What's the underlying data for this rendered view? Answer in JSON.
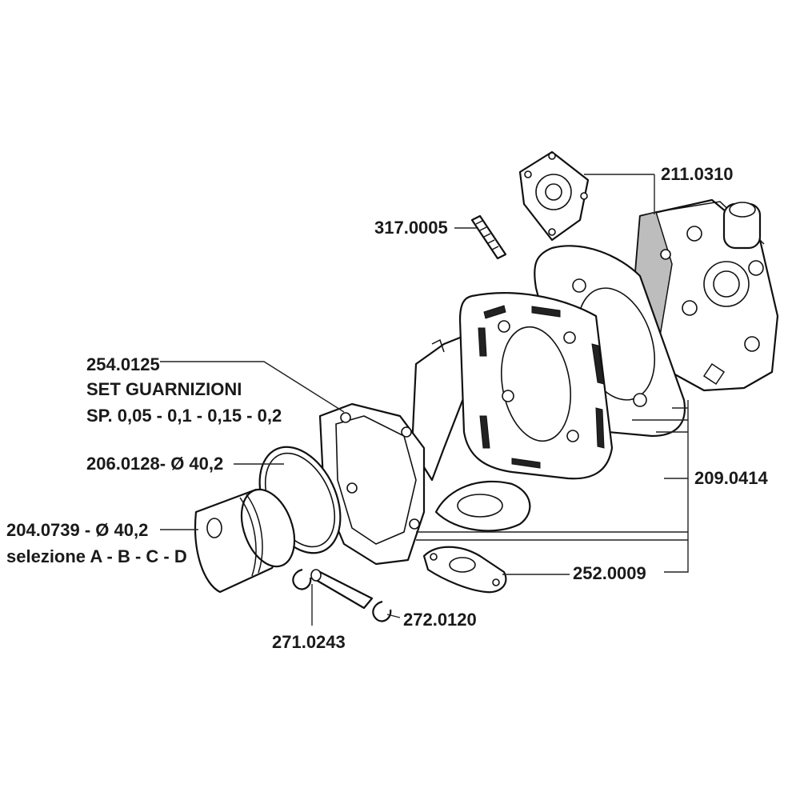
{
  "labels": {
    "cyl_head": "211.0310",
    "stud": "317.0005",
    "gasket_set_code": "254.0125",
    "gasket_set_name": "SET GUARNIZIONI",
    "gasket_set_thickness": "SP. 0,05 - 0,1 - 0,15 - 0,2",
    "ring": "206.0128- Ø 40,2",
    "piston_code": "204.0739 - Ø 40,2",
    "piston_selection": "selezione A - B - C - D",
    "cylinder_kit": "209.0414",
    "intake_gasket": "252.0009",
    "circlip": "272.0120",
    "pin": "271.0243"
  }
}
